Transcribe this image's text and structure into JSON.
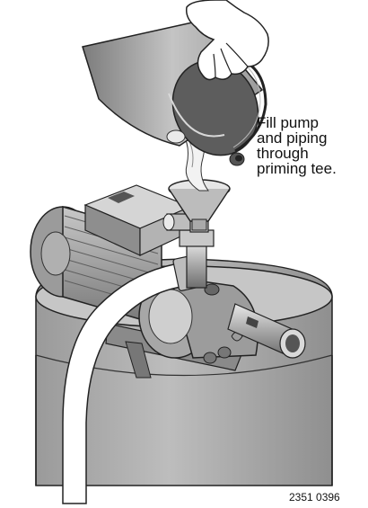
{
  "caption": {
    "lines": [
      "Fill pump",
      "and piping",
      "through",
      "priming tee."
    ]
  },
  "figure_number": "2351 0396",
  "icons": {
    "hand": "hand-icon",
    "bucket": "bucket-icon",
    "funnel": "funnel-icon",
    "plug": "pipe-plug-icon",
    "motor": "motor-icon",
    "pump": "pump-icon",
    "tank": "tank-icon",
    "hose": "hose-icon"
  }
}
